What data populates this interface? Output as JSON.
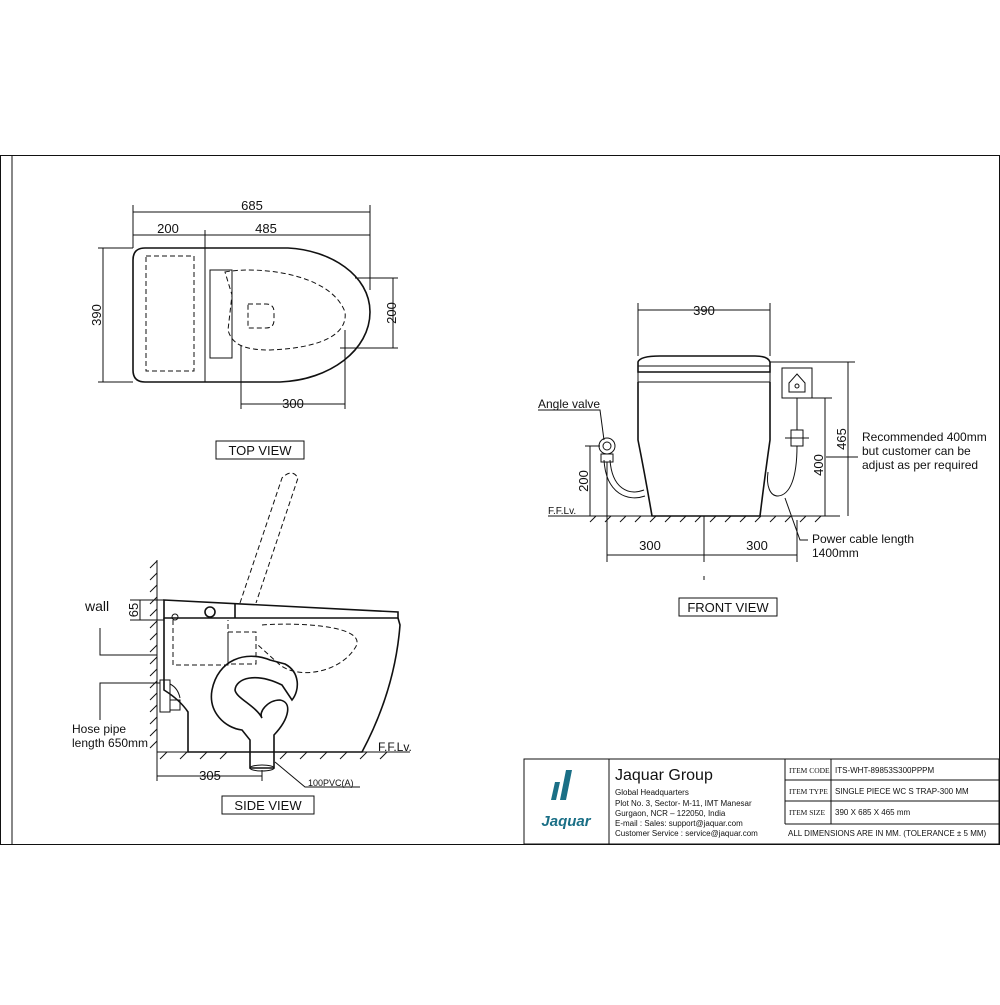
{
  "top_view": {
    "title": "TOP VIEW",
    "dim_overall_length": "685",
    "dim_tank": "200",
    "dim_bowl": "485",
    "dim_width": "390",
    "dim_opening": "200",
    "dim_opening_length": "300"
  },
  "side_view": {
    "title": "SIDE VIEW",
    "wall": "wall",
    "dim_seat_height": "65",
    "hose_line1": "Hose pipe",
    "hose_line2": "length 650mm",
    "ffl": "F.F.Lv.",
    "dim_outlet": "305",
    "pipe": "100PVC(A)"
  },
  "front_view": {
    "title": "FRONT VIEW",
    "angle_valve": "Angle valve",
    "dim_width": "390",
    "dim_valve_height": "200",
    "dim_socket_height": "400",
    "dim_total_height": "465",
    "ffl": "F.F.Lv.",
    "dim_left": "300",
    "dim_right": "300",
    "note1": "Recommended 400mm",
    "note2": "but customer can be",
    "note3": "adjust as per required",
    "cable1": "Power cable length",
    "cable2": "1400mm"
  },
  "title_block": {
    "company": "Jaquar Group",
    "logo_text": "Jaquar",
    "hq": "Global Headquarters",
    "address1": "Plot No. 3, Sector- M-11, IMT Manesar",
    "address2": "Gurgaon, NCR – 122050, India",
    "email_sales": "E-mail : Sales: support@jaquar.com",
    "customer_service": "Customer Service : service@jaquar.com",
    "item_code_label": "ITEM CODE",
    "item_code": "ITS-WHT-89853S300PPPM",
    "item_type_label": "ITEM TYPE",
    "item_type": "SINGLE PIECE WC S TRAP-300 MM",
    "item_size_label": "ITEM SIZE",
    "item_size": "390 X 685 X 465 mm",
    "note": "ALL DIMENSIONS ARE IN MM. (TOLERANCE ± 5 MM)"
  },
  "colors": {
    "logo": "#1a6f86"
  }
}
